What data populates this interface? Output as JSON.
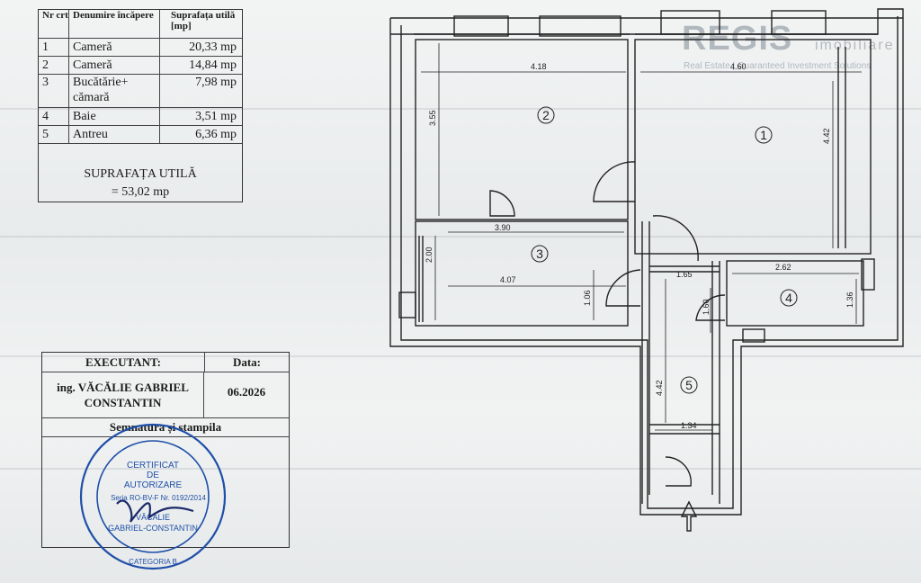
{
  "area_table": {
    "headers": {
      "nr": "Nr crt",
      "name": "Denumire încăpere",
      "area": "Suprafața utilă [mp]"
    },
    "rows": [
      {
        "nr": "1",
        "name": "Cameră",
        "area": "20,33 mp"
      },
      {
        "nr": "2",
        "name": "Cameră",
        "area": "14,84 mp"
      },
      {
        "nr": "3",
        "name": "Bucătărie+ cămară",
        "area": "7,98 mp"
      },
      {
        "nr": "4",
        "name": "Baie",
        "area": "3,51 mp"
      },
      {
        "nr": "5",
        "name": "Antreu",
        "area": "6,36 mp"
      }
    ],
    "total_label": "SUPRAFAȚA UTILĂ",
    "total_value": "= 53,02 mp"
  },
  "executant": {
    "header_executant": "EXECUTANT:",
    "header_date": "Data:",
    "name_line1": "ing. VĂCĂLIE GABRIEL",
    "name_line2": "CONSTANTIN",
    "date": "06.2026",
    "signature_label": "Semnatura și stampila"
  },
  "stamp": {
    "title1": "CERTIFICAT",
    "title2": "DE",
    "title3": "AUTORIZARE",
    "series": "Seria RO-BV-F Nr. 0192/2014",
    "name1": "VĂCĂLIE",
    "name2": "GABRIEL-CONSTANTIN",
    "category": "CATEGORIA B"
  },
  "logo": {
    "brand": "REGIS",
    "sub": "imobiliare",
    "tagline": "Real Estate | Guaranteed Investment Solutions"
  },
  "plan": {
    "room_numbers": [
      "1",
      "2",
      "3",
      "4",
      "5"
    ],
    "dimensions": {
      "d_418": "4.18",
      "d_460": "4.60",
      "d_355": "3.55",
      "d_442": "4.42",
      "d_390": "3.90",
      "d_200": "2.00",
      "d_407": "4.07",
      "d_106": "1.06",
      "d_165": "1.65",
      "d_262": "2.62",
      "d_160": "1.60",
      "d_136": "1.36",
      "d_442b": "4.42",
      "d_134": "1.34"
    }
  }
}
